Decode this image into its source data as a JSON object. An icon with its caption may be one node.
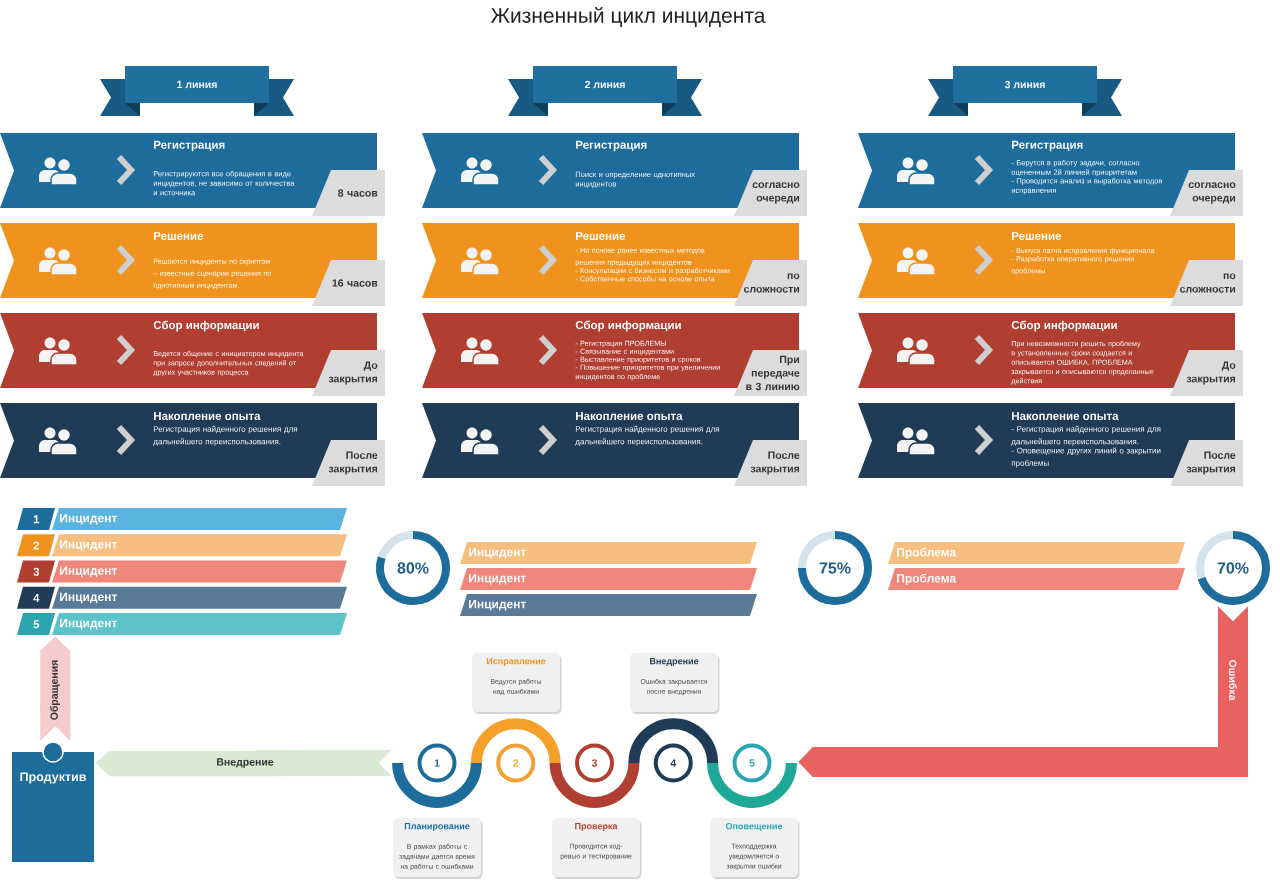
{
  "diagram": {
    "title": "Жизненный цикл инцидента",
    "nodes": [
      {
        "text": [
          "1 линия"
        ]
      },
      {
        "text": [
          "2 линия"
        ]
      },
      {
        "text": [
          "3 линия"
        ]
      },
      {
        "text": [
          "Регистрация",
          "Регистрируются все обращения в виде инцидентов, не зависимо от количества и источника",
          "8 часов"
        ]
      },
      {
        "text": [
          "Решение",
          "Решаются инциденты по скриптам – известные сценарии решения по однотипным инцидентам.",
          "16 часов"
        ]
      },
      {
        "text": [
          "Сбор информации",
          "Ведется общение с инициатором инцидента при запросе дополнительных сведений от других участников процесса",
          "До закрытия"
        ]
      },
      {
        "text": [
          "Накопление опыта",
          "Регистрация найденного решения для дальнейшего переиспользования.",
          "После закрытия"
        ]
      },
      {
        "text": [
          "Регистрация",
          "Поиск и определение однотипных инцидентов",
          "согласно очереди"
        ]
      },
      {
        "text": [
          "Решение",
          "- На основе ранее известных методов решения предыдущих инцидентов",
          "- Консультации с бизнесом и разработчиками",
          "- Собственные способы на основе опыта",
          "по сложности"
        ]
      },
      {
        "text": [
          "Сбор информации",
          "- Регистрация ПРОБЛЕМЫ",
          "- Связывание с инцидентами",
          "- Выставление приоритетов и сроков",
          "- Повышение приоритетов при увеличении инцидентов по проблеме",
          "При передаче в 3 линию"
        ]
      },
      {
        "text": [
          "Накопление опыта",
          "Регистрация найденного решения для дальнейшего переиспользования.",
          "После закрытия"
        ]
      },
      {
        "text": [
          "Регистрация",
          "- Берутся в работу задачи, согласно оцененным 2й линией приоритетам",
          "- Проводится анализ и выработка методов исправления",
          "согласно очереди"
        ]
      },
      {
        "text": [
          "Решение",
          "- Выпуск патча исправления функционала",
          "- Разработка оперативного решения проблемы",
          "по сложности"
        ]
      },
      {
        "text": [
          "Сбор информации",
          "При невозможности решить проблему в установленные сроки создается и описывается ОШИБКА, ПРОБЛЕМА закрывается и описываются проделанные действия",
          "До закрытия"
        ]
      },
      {
        "text": [
          "Накопление опыта",
          "- Регистрация найденного решения для дальнейшего переиспользования.",
          "- Оповещение других линий о закрытии проблемы",
          "После закрытия"
        ]
      },
      {
        "text": [
          "1"
        ]
      },
      {
        "text": [
          "Инцидент"
        ]
      },
      {
        "text": [
          "2"
        ]
      },
      {
        "text": [
          "Инцидент"
        ]
      },
      {
        "text": [
          "3"
        ]
      },
      {
        "text": [
          "Инцидент"
        ]
      },
      {
        "text": [
          "4"
        ]
      },
      {
        "text": [
          "Инцидент"
        ]
      },
      {
        "text": [
          "5"
        ]
      },
      {
        "text": [
          "Инцидент"
        ]
      },
      {
        "text": [
          "80%"
        ]
      },
      {
        "text": [
          "Инцидент"
        ]
      },
      {
        "text": [
          "Инцидент"
        ]
      },
      {
        "text": [
          "Инцидент"
        ]
      },
      {
        "text": [
          "75%"
        ]
      },
      {
        "text": [
          "Проблема"
        ]
      },
      {
        "text": [
          "Проблема"
        ]
      },
      {
        "text": [
          "70%"
        ]
      },
      {
        "text": [
          "Исправление",
          "Ведутся работы над ошибками"
        ]
      },
      {
        "text": [
          "Внедрение",
          "Ошибка закрывается после внедрения"
        ]
      },
      {
        "text": [
          "Продуктив"
        ]
      },
      {
        "text": [],
        "shape": "picture"
      },
      {
        "text": [
          "1"
        ],
        "in": 36
      },
      {
        "text": [
          "2"
        ],
        "in": 36
      },
      {
        "text": [
          "3"
        ],
        "in": 36
      },
      {
        "text": [
          "4"
        ],
        "in": 36
      },
      {
        "text": [
          "5"
        ],
        "in": 36
      },
      {
        "text": [
          "Планирование",
          "В рамках работы с задачами дается время на работы с ошибками"
        ]
      },
      {
        "text": [
          "Проверка",
          "Проводится код-ревью и тестирование"
        ]
      },
      {
        "text": [
          "Оповещение",
          "Техподдержка уведомляется о закрытии ошибки"
        ]
      }
    ],
    "edges": [
      {
        "from": 35,
        "to": 24,
        "arrow": "to",
        "label": "Обращения",
        "color": "#f4cccc"
      },
      {
        "from": 36,
        "to": 35,
        "arrow": "to",
        "label": "Внедрение",
        "color": "#d9ead3"
      },
      {
        "from": 32,
        "to": 36,
        "arrow": "to",
        "label": "Ошибка",
        "color": "#e8625f"
      }
    ]
  }
}
